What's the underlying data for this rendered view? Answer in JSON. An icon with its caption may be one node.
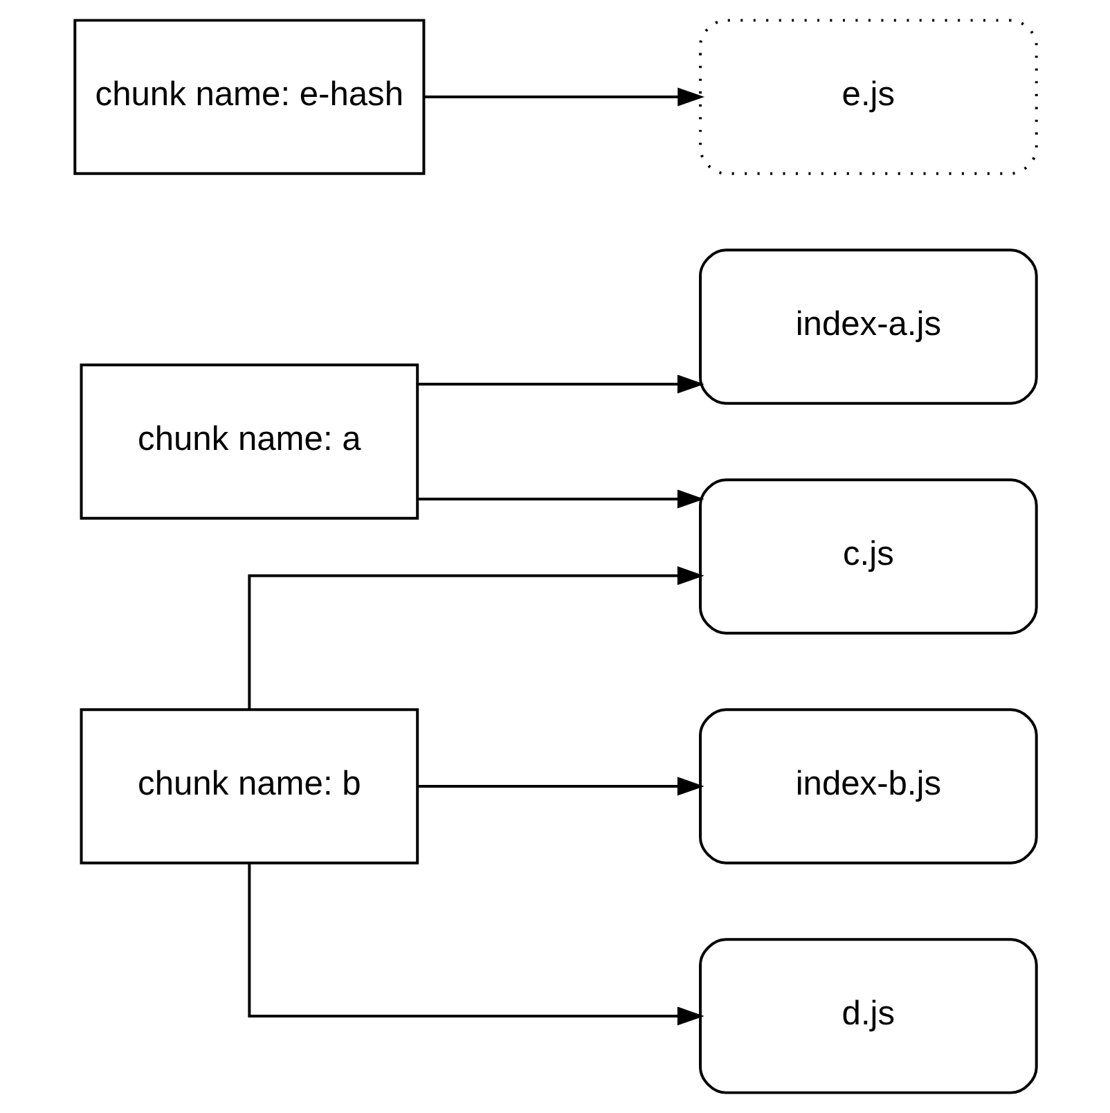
{
  "diagram": {
    "nodes": [
      {
        "text": [
          "chunk name: a"
        ]
      },
      {
        "text": [
          "index-a.js"
        ]
      },
      {
        "text": [
          "c.js"
        ]
      },
      {
        "text": [
          "chunk name: b"
        ]
      },
      {
        "text": [
          "index-b.js"
        ]
      },
      {
        "text": [
          "d.js"
        ]
      },
      {
        "text": [
          "chunk name: e-hash"
        ]
      },
      {
        "text": [
          "e.js"
        ]
      }
    ],
    "edges": [
      {
        "from": 0,
        "to": 1,
        "arrow": "to"
      },
      {
        "from": 0,
        "to": 2,
        "arrow": "to"
      },
      {
        "from": 3,
        "to": 2,
        "arrow": "to"
      },
      {
        "from": 3,
        "to": 4,
        "arrow": "to"
      },
      {
        "from": 3,
        "to": 5,
        "arrow": "to"
      },
      {
        "from": 6,
        "to": 7,
        "arrow": "to"
      }
    ]
  }
}
